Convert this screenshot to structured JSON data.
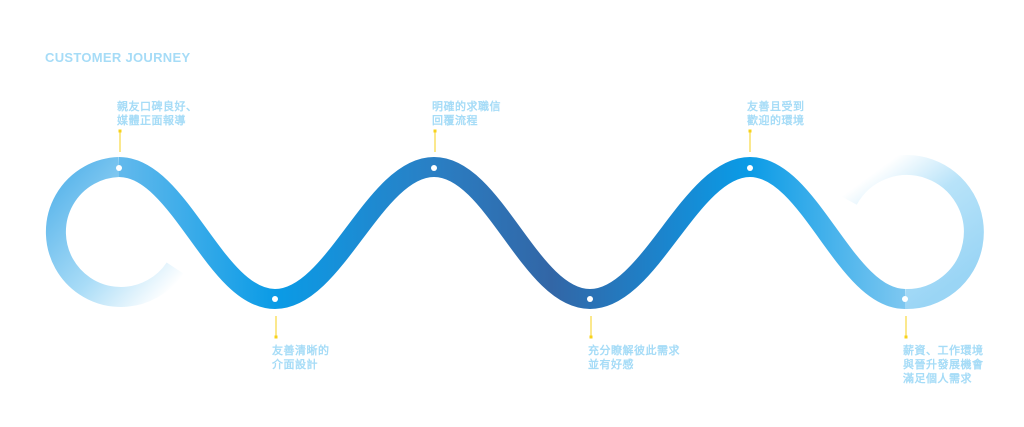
{
  "title": "CUSTOMER JOURNEY",
  "colors": {
    "accent": "#0a9be6",
    "dark": "#3266a6",
    "light": "#a6dcf7",
    "marker": "#f7d21b"
  },
  "steps": [
    {
      "label": "親友口碑良好、\n媒體正面報導",
      "position": "top"
    },
    {
      "label": "友善清晰的\n介面設計",
      "position": "bottom"
    },
    {
      "label": "明確的求職信\n回覆流程",
      "position": "top"
    },
    {
      "label": "充分瞭解彼此需求\n並有好感",
      "position": "bottom"
    },
    {
      "label": "友善且受到\n歡迎的環境",
      "position": "top"
    },
    {
      "label": "薪資、工作環境\n與晉升發展機會\n滿足個人需求",
      "position": "bottom"
    }
  ]
}
